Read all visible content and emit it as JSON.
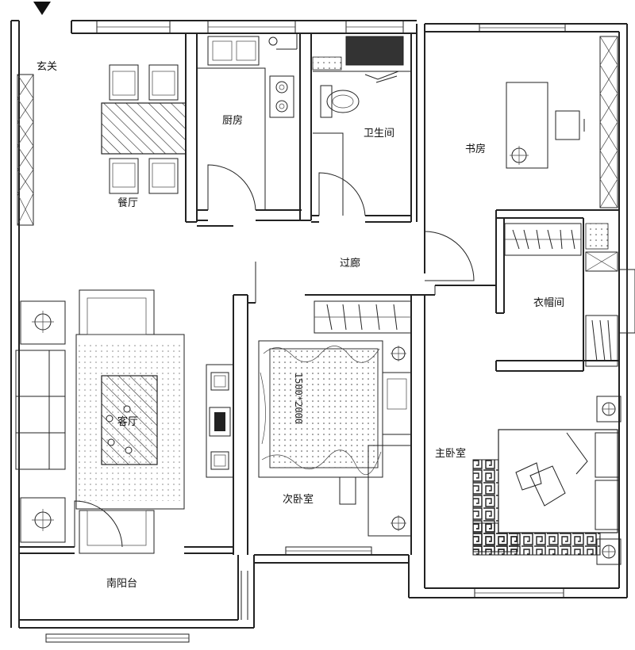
{
  "rooms": {
    "entrance": "玄关",
    "dining": "餐厅",
    "kitchen": "厨房",
    "bathroom": "卫生间",
    "study": "书房",
    "corridor": "过廊",
    "cloakroom": "衣帽间",
    "living": "客厅",
    "second_bedroom": "次卧室",
    "master_bedroom": "主卧室",
    "south_balcony": "南阳台"
  },
  "bed_size_label": "1500*2000",
  "colors": {
    "line": "#222222",
    "background": "#ffffff"
  },
  "icons": [
    "entrance-arrow-icon",
    "lamp-icon",
    "stove-icon",
    "sink-icon",
    "toilet-icon",
    "tv-icon"
  ]
}
